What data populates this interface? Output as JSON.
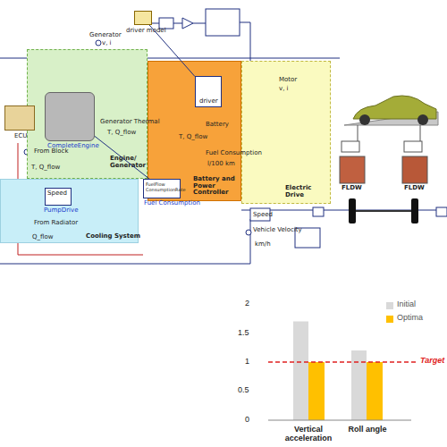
{
  "diagram": {
    "nodes": [
      {
        "text": [
          "driver model"
        ]
      },
      {
        "text": [
          "Engine/ Generator"
        ]
      },
      {
        "text": [
          "ECU"
        ]
      },
      {
        "text": [
          "CompleteEngine"
        ],
        "in": 1
      },
      {
        "text": [
          "Battery and Power Controller"
        ]
      },
      {
        "text": [
          "Electric Drive"
        ]
      },
      {
        "text": [
          "Cooling System"
        ]
      },
      {
        "text": [
          "Speed",
          "PumpDrive"
        ],
        "in": 6
      },
      {
        "text": [
          "FuelFlow ConsumptionRate",
          "Fuel Consumption"
        ]
      },
      {
        "text": [
          "driver"
        ],
        "in": 4
      }
    ],
    "edges": [
      {
        "from": 0,
        "to": 9,
        "arrow": "none"
      },
      {
        "from": 3,
        "to": 8,
        "arrow": "none"
      }
    ],
    "labels": [
      "Generator",
      "v, i",
      "Generator Thermal",
      "T, Q_flow",
      "Battery",
      "T, Q_flow",
      "Motor",
      "v, i",
      "From Block",
      "T, Q_flow",
      "From Radiator",
      "Q_flow",
      "Fuel Consumption",
      "l/100 km",
      "Vehicle Velocity",
      "km/h",
      "Speed",
      "FLDW",
      "FLDW",
      "2",
      "1.5",
      "1",
      "0.5",
      "0",
      "Target",
      "Vertical acceleration",
      "Roll angle"
    ],
    "legend": [
      {
        "text": "Initial",
        "color": "#d9d9d9"
      },
      {
        "text": "Optima",
        "color": "#ffc000"
      }
    ]
  }
}
